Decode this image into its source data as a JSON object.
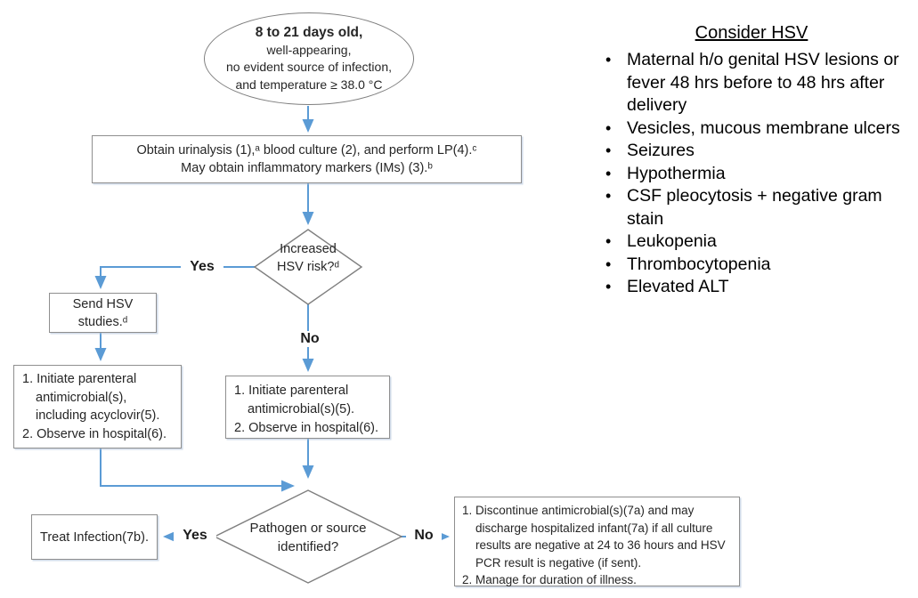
{
  "colors": {
    "arrow": "#5B9BD5",
    "shape_border": "#7F7F7F",
    "box_border": "#8F8F8F",
    "text": "#262626",
    "panel_text": "#000000"
  },
  "flowchart": {
    "ellipse": {
      "lines": [
        "8 to 21 days old,",
        "well-appearing,",
        "no evident source of infection,",
        "and temperature ≥ 38.0 °C"
      ]
    },
    "obtain_box": {
      "lines": [
        "Obtain urinalysis  (1),ᵃ blood culture (2), and perform LP(4).ᶜ",
        "May obtain inflammatory markers (IMs) (3).ᵇ"
      ]
    },
    "hsv_risk_diamond": {
      "lines": [
        "Increased",
        "HSV risk?ᵈ"
      ]
    },
    "send_hsv_box": {
      "lines": [
        "Send HSV",
        "studies.ᵈ"
      ]
    },
    "acyclovir_box": {
      "lines": [
        "1. Initiate parenteral",
        "antimicrobial(s),",
        "including acyclovir(5).",
        "2. Observe in hospital(6)."
      ]
    },
    "antimicrobial_box": {
      "lines": [
        "1. Initiate parenteral",
        "antimicrobial(s)(5).",
        "2. Observe in hospital(6)."
      ]
    },
    "pathogen_diamond": {
      "lines": [
        "Pathogen or source",
        "identified?"
      ]
    },
    "treat_box": {
      "label": "Treat Infection(7b)."
    },
    "discontinue_box": {
      "lines": [
        "1. Discontinue antimicrobial(s)(7a) and may",
        "discharge hospitalized infant(7a) if all culture",
        "results are negative at 24 to 36 hours and HSV",
        "PCR result is negative (if sent).",
        "2. Manage for duration of illness."
      ]
    },
    "labels": {
      "yes_hsv": "Yes",
      "no_hsv": "No",
      "yes_pathogen": "Yes",
      "no_pathogen": "No"
    }
  },
  "side_panel": {
    "title": "Consider HSV",
    "items": [
      "Maternal h/o genital HSV lesions or fever 48 hrs before to 48 hrs after delivery",
      "Vesicles, mucous membrane ulcers",
      "Seizures",
      "Hypothermia",
      "CSF pleocytosis + negative gram stain",
      "Leukopenia",
      "Thrombocytopenia",
      "Elevated ALT"
    ]
  }
}
